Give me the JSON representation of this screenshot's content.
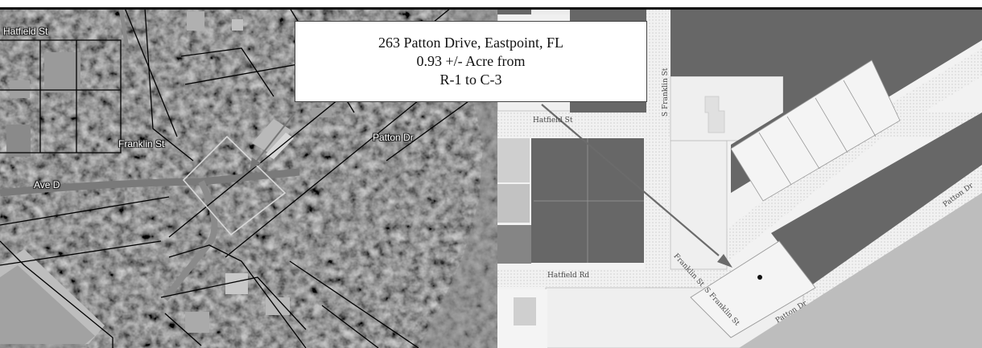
{
  "callout": {
    "line1": "263 Patton Drive, Eastpoint, FL",
    "line2": "0.93 +/- Acre from",
    "line3": "R-1 to C-3"
  },
  "aerial_labels": {
    "hatfield_st": "Hatfield St",
    "franklin_st": "Franklin St",
    "patton_dr": "Patton Dr",
    "ave_d": "Ave D"
  },
  "zoning_labels": {
    "hatfield_st": "Hatfield St",
    "s_franklin_st_top": "S Franklin St",
    "hatfield_rd": "Hatfield Rd",
    "franklin_st_diag": "Franklin St",
    "s_franklin_st_diag": "S Franklin St",
    "patton_dr": "Patton Dr",
    "patton_dr_right": "Patton Dr"
  },
  "colors": {
    "aerial_bg": "#2f2f2f",
    "parcel_dark": "#666666",
    "parcel_light": "#efefef",
    "road": "#f3f3f3",
    "arrow": "#6b6b6b"
  },
  "icons": [
    "subject-parcel-marker-icon",
    "pointer-arrow-icon"
  ]
}
